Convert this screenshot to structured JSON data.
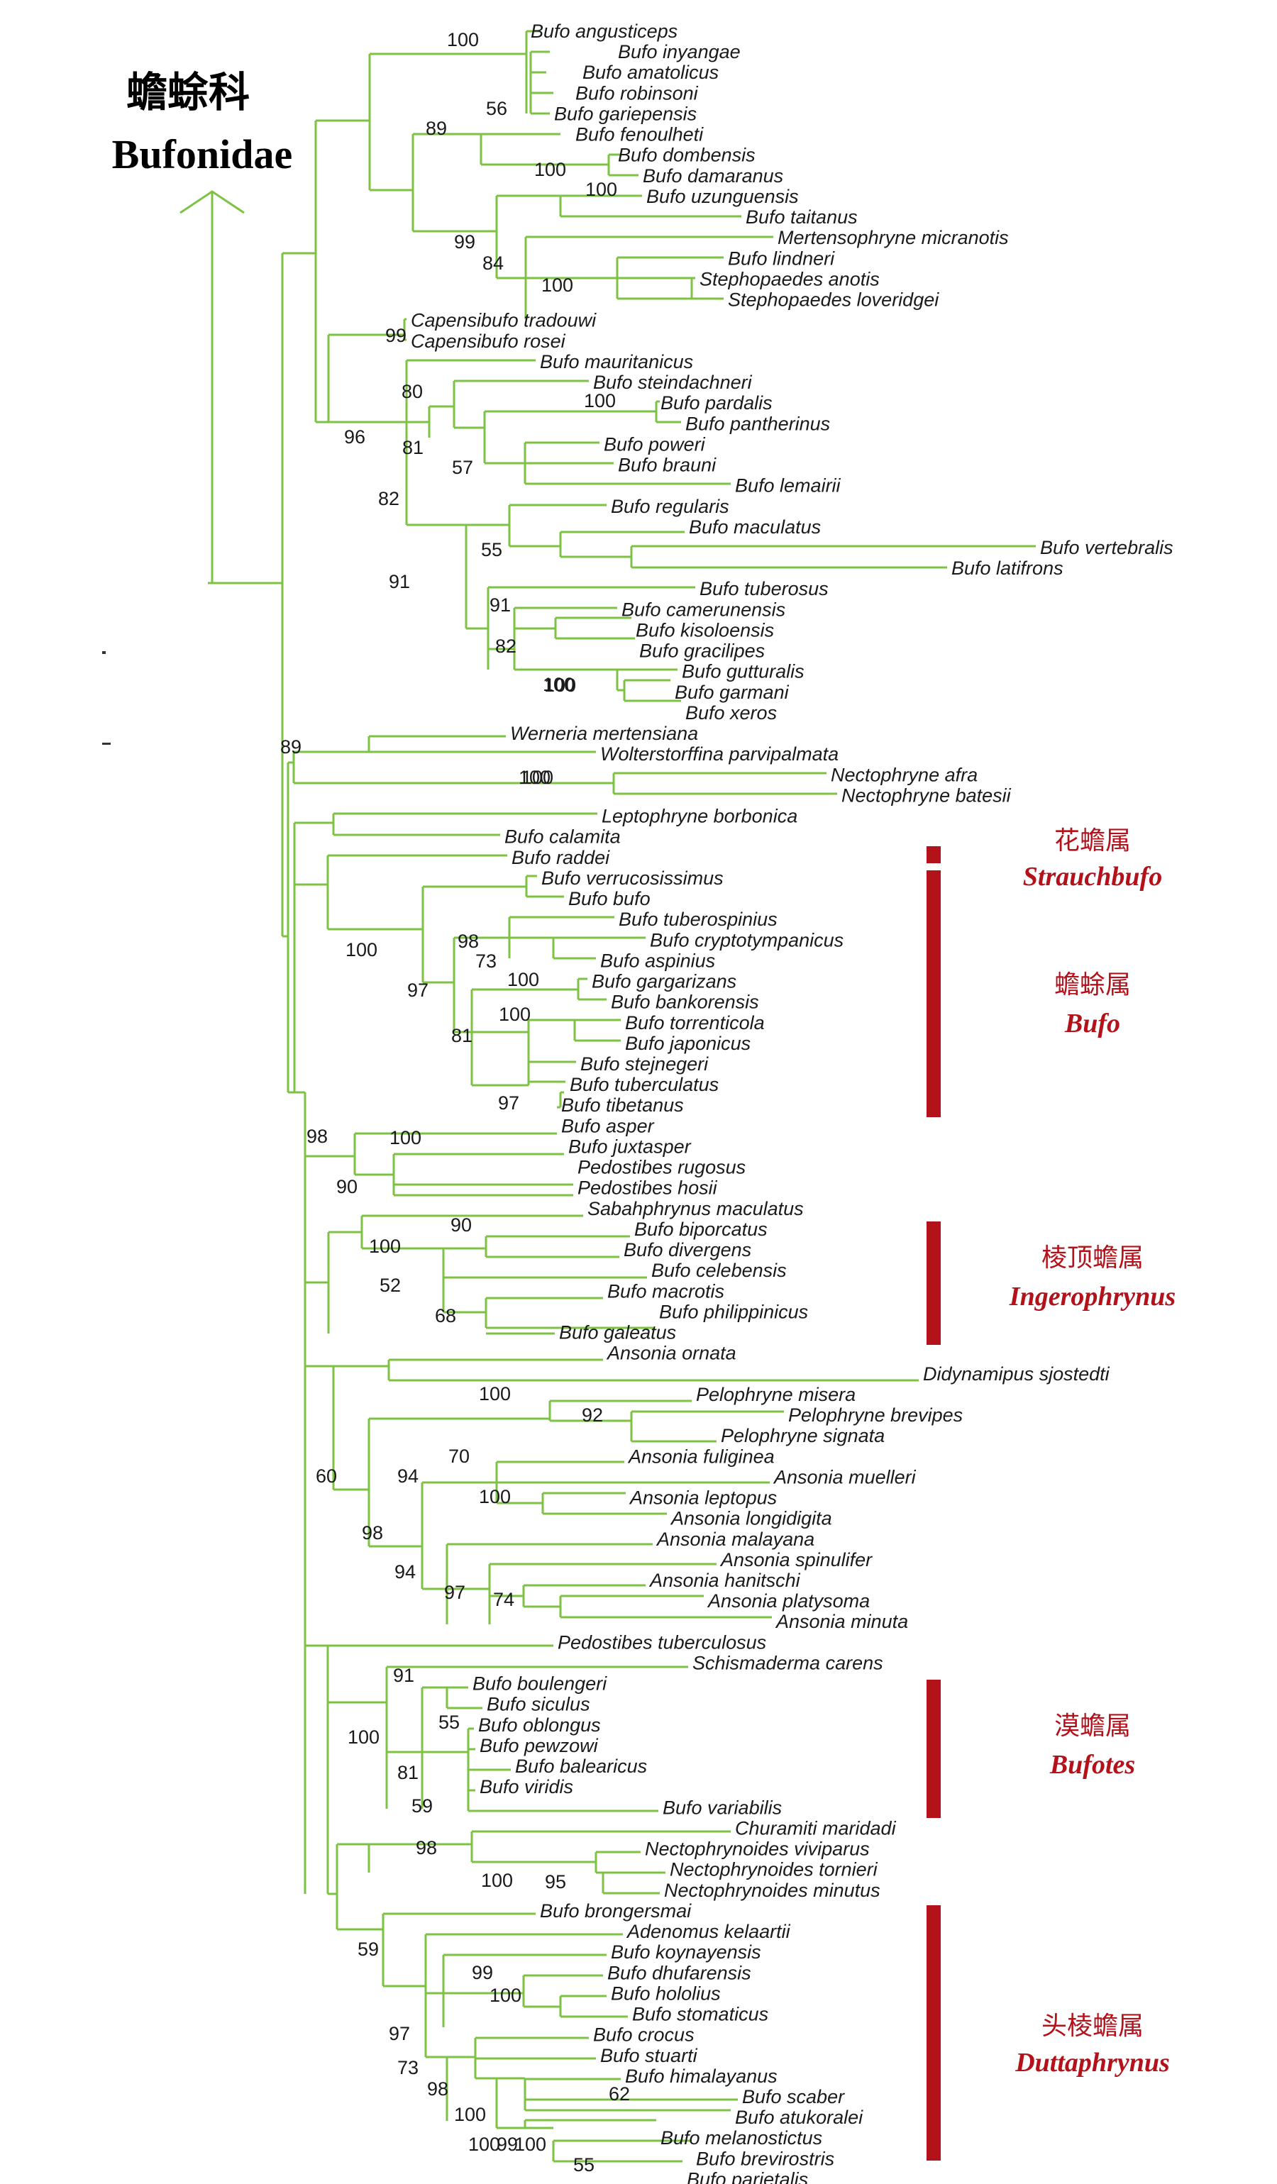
{
  "family": {
    "name_cn": "蟾蜍科",
    "name_latin": "Bufonidae"
  },
  "colors": {
    "branch": "#7dc242",
    "genus_bar": "#b3121b",
    "genus_label": "#b3121b",
    "text": "#1a1a1a"
  },
  "genus_groups": [
    {
      "name_cn": "花蟾属",
      "name_latin": "Strauchbufo"
    },
    {
      "name_cn": "蟾蜍属",
      "name_latin": "Bufo"
    },
    {
      "name_cn": "棱顶蟾属",
      "name_latin": "Ingerophrynus"
    },
    {
      "name_cn": "漠蟾属",
      "name_latin": "Bufotes"
    },
    {
      "name_cn": "头棱蟾属",
      "name_latin": "Duttaphrynus"
    }
  ],
  "taxa": [
    "Bufo angusticeps",
    "Bufo inyangae",
    "Bufo amatolicus",
    "Bufo robinsoni",
    "Bufo gariepensis",
    "Bufo fenoulheti",
    "Bufo dombensis",
    "Bufo damaranus",
    "Bufo uzunguensis",
    "Bufo taitanus",
    "Mertensophryne micranotis",
    "Bufo lindneri",
    "Stephopaedes anotis",
    "Stephopaedes loveridgei",
    "Capensibufo tradouwi",
    "Capensibufo rosei",
    "Bufo mauritanicus",
    "Bufo steindachneri",
    "Bufo pardalis",
    "Bufo pantherinus",
    "Bufo poweri",
    "Bufo brauni",
    "Bufo lemairii",
    "Bufo regularis",
    "Bufo maculatus",
    "Bufo vertebralis",
    "Bufo latifrons",
    "Bufo tuberosus",
    "Bufo camerunensis",
    "Bufo kisoloensis",
    "Bufo gracilipes",
    "Bufo gutturalis",
    "Bufo garmani",
    "Bufo xeros",
    "Werneria mertensiana",
    "Wolterstorffina parvipalmata",
    "Nectophryne afra",
    "Nectophryne batesii",
    "Leptophryne borbonica",
    "Bufo calamita",
    "Bufo raddei",
    "Bufo verrucosissimus",
    "Bufo bufo",
    "Bufo tuberospinius",
    "Bufo cryptotympanicus",
    "Bufo aspinius",
    "Bufo gargarizans",
    "Bufo bankorensis",
    "Bufo torrenticola",
    "Bufo japonicus",
    "Bufo stejnegeri",
    "Bufo tuberculatus",
    "Bufo tibetanus",
    "Bufo asper",
    "Bufo juxtasper",
    "Pedostibes rugosus",
    "Pedostibes hosii",
    "Sabahphrynus maculatus",
    "Bufo biporcatus",
    "Bufo divergens",
    "Bufo celebensis",
    "Bufo macrotis",
    "Bufo philippinicus",
    "Bufo galeatus",
    "Ansonia ornata",
    "Didynamipus sjostedti",
    "Pelophryne misera",
    "Pelophryne brevipes",
    "Pelophryne signata",
    "Ansonia fuliginea",
    "Ansonia muelleri",
    "Ansonia leptopus",
    "Ansonia longidigita",
    "Ansonia malayana",
    "Ansonia spinulifer",
    "Ansonia hanitschi",
    "Ansonia platysoma",
    "Ansonia minuta",
    "Pedostibes tuberculosus",
    "Schismaderma carens",
    "Bufo boulengeri",
    "Bufo siculus",
    "Bufo oblongus",
    "Bufo pewzowi",
    "Bufo balearicus",
    "Bufo viridis",
    "Bufo variabilis",
    "Churamiti maridadi",
    "Nectophrynoides viviparus",
    "Nectophrynoides tornieri",
    "Nectophrynoides minutus",
    "Bufo brongersmai",
    "Adenomus kelaartii",
    "Bufo koynayensis",
    "Bufo dhufarensis",
    "Bufo hololius",
    "Bufo stomaticus",
    "Bufo crocus",
    "Bufo stuarti",
    "Bufo himalayanus",
    "Bufo scaber",
    "Bufo atukoralei",
    "Bufo melanostictus",
    "Bufo brevirostris",
    "Bufo parietalis"
  ],
  "support_values": [
    "100",
    "56",
    "89",
    "100",
    "100",
    "99",
    "84",
    "100",
    "99",
    "80",
    "100",
    "96",
    "81",
    "57",
    "82",
    "55",
    "91",
    "91",
    "82",
    "100",
    "100",
    "89",
    "100",
    "100",
    "100",
    "98",
    "73",
    "97",
    "100",
    "81",
    "100",
    "97",
    "98",
    "100",
    "90",
    "90",
    "100",
    "52",
    "68",
    "100",
    "92",
    "60",
    "70",
    "94",
    "100",
    "98",
    "94",
    "97",
    "74",
    "91",
    "55",
    "100",
    "81",
    "59",
    "98",
    "100",
    "95",
    "59",
    "99",
    "100",
    "97",
    "73",
    "98",
    "62",
    "100",
    "100",
    "99",
    "100",
    "55"
  ]
}
